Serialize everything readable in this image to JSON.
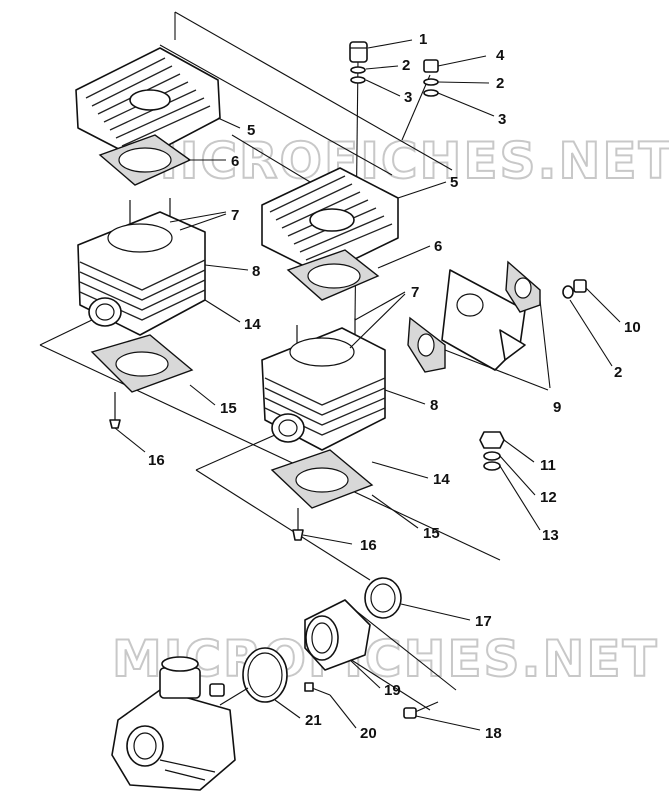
{
  "watermark": {
    "text": "MICROFICHES.NET",
    "color": "#c8c8c8"
  },
  "callouts": [
    {
      "id": "c1",
      "number": "1",
      "part": "spacer"
    },
    {
      "id": "c2a",
      "number": "2",
      "part": "washer"
    },
    {
      "id": "c3a",
      "number": "3",
      "part": "lock-washer"
    },
    {
      "id": "c4",
      "number": "4",
      "part": "nut"
    },
    {
      "id": "c2b",
      "number": "2",
      "part": "washer"
    },
    {
      "id": "c3b",
      "number": "3",
      "part": "lock-washer"
    },
    {
      "id": "c5a",
      "number": "5",
      "part": "cylinder-head"
    },
    {
      "id": "c6a",
      "number": "6",
      "part": "head-gasket"
    },
    {
      "id": "c5b",
      "number": "5",
      "part": "cylinder-head"
    },
    {
      "id": "c7a",
      "number": "7",
      "part": "stud"
    },
    {
      "id": "c6b",
      "number": "6",
      "part": "head-gasket"
    },
    {
      "id": "c8a",
      "number": "8",
      "part": "cylinder"
    },
    {
      "id": "c7b",
      "number": "7",
      "part": "stud"
    },
    {
      "id": "c14a",
      "number": "14",
      "part": "base-gasket"
    },
    {
      "id": "c10",
      "number": "10",
      "part": "nut"
    },
    {
      "id": "c2c",
      "number": "2",
      "part": "washer"
    },
    {
      "id": "c15a",
      "number": "15",
      "part": "gasket"
    },
    {
      "id": "c8b",
      "number": "8",
      "part": "cylinder"
    },
    {
      "id": "c9",
      "number": "9",
      "part": "exhaust-gasket"
    },
    {
      "id": "c16a",
      "number": "16",
      "part": "fitting"
    },
    {
      "id": "c11",
      "number": "11",
      "part": "nut"
    },
    {
      "id": "c14b",
      "number": "14",
      "part": "base-gasket"
    },
    {
      "id": "c12",
      "number": "12",
      "part": "washer"
    },
    {
      "id": "c15b",
      "number": "15",
      "part": "gasket"
    },
    {
      "id": "c13",
      "number": "13",
      "part": "lock-washer"
    },
    {
      "id": "c16b",
      "number": "16",
      "part": "fitting"
    },
    {
      "id": "c17",
      "number": "17",
      "part": "o-ring"
    },
    {
      "id": "c19",
      "number": "19",
      "part": "intake-boot"
    },
    {
      "id": "c21",
      "number": "21",
      "part": "clamp"
    },
    {
      "id": "c20",
      "number": "20",
      "part": "screw"
    },
    {
      "id": "c18",
      "number": "18",
      "part": "bolt"
    }
  ]
}
